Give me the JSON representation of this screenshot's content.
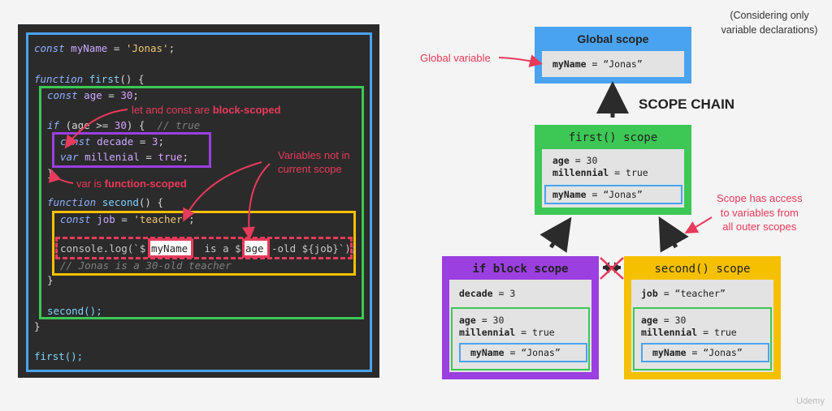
{
  "note": "(Considering only\nvariable declarations)",
  "code": {
    "l1": [
      "const",
      " myName",
      " = ",
      "'Jonas'",
      ";"
    ],
    "l2": [
      "function",
      " first",
      "() {"
    ],
    "l3": [
      "const",
      " age",
      " = ",
      "30",
      ";"
    ],
    "l4": [
      "if",
      " (age >= ",
      "30",
      ") {  ",
      "// true"
    ],
    "l5": [
      "const",
      " decade",
      " = ",
      "3",
      ";"
    ],
    "l6": [
      "var",
      " millenial",
      " = ",
      "true",
      ";"
    ],
    "l7": "}",
    "l8": [
      "function",
      " second",
      "() {"
    ],
    "l9": [
      "const",
      " job",
      " = ",
      "'teacher'",
      ";"
    ],
    "l10_a": "console.log(`$",
    "l10_myname": "myName",
    "l10_b": " is a $",
    "l10_age": "age",
    "l10_c": "-old ${job}`);",
    "l11": "// Jonas is a 30-old teacher",
    "l12": "}",
    "l13": "second();",
    "l14": "}",
    "l15": "first();"
  },
  "annotations": {
    "block_scoped_pre": "let and const are ",
    "block_scoped_bold": "block-scoped",
    "function_scoped_pre": "var is ",
    "function_scoped_bold": "function-scoped",
    "not_in_scope": "Variables not in\ncurrent scope",
    "global_variable": "Global variable",
    "access_outer": "Scope has access\nto variables from\nall outer scopes"
  },
  "scope_chain_label": "SCOPE CHAIN",
  "scopes": {
    "global": {
      "title": "Global scope",
      "myName_key": "myName",
      "myName_val": " = “Jonas”"
    },
    "first": {
      "title": "first() scope",
      "age_key": "age",
      "age_val": " = 30",
      "mil_key": "millennial",
      "mil_val": " = true",
      "myName_key": "myName",
      "myName_val": " = “Jonas”"
    },
    "ifblock": {
      "title": "if block scope",
      "decade_key": "decade",
      "decade_val": " = 3",
      "age_key": "age",
      "age_val": " = 30",
      "mil_key": "millennial",
      "mil_val": " = true",
      "myName_key": "myName",
      "myName_val": " = “Jonas”"
    },
    "second": {
      "title": "second() scope",
      "job_key": "job",
      "job_val": " = “teacher”",
      "age_key": "age",
      "age_val": " = 30",
      "mil_key": "millennial",
      "mil_val": " = true",
      "myName_key": "myName",
      "myName_val": " = “Jonas”"
    }
  },
  "watermark": "Udemy",
  "colors": {
    "global": "#4aa3f0",
    "first": "#3dc755",
    "ifblock": "#9b3fe0",
    "second": "#f5c000",
    "annotation": "#e83a5a"
  }
}
